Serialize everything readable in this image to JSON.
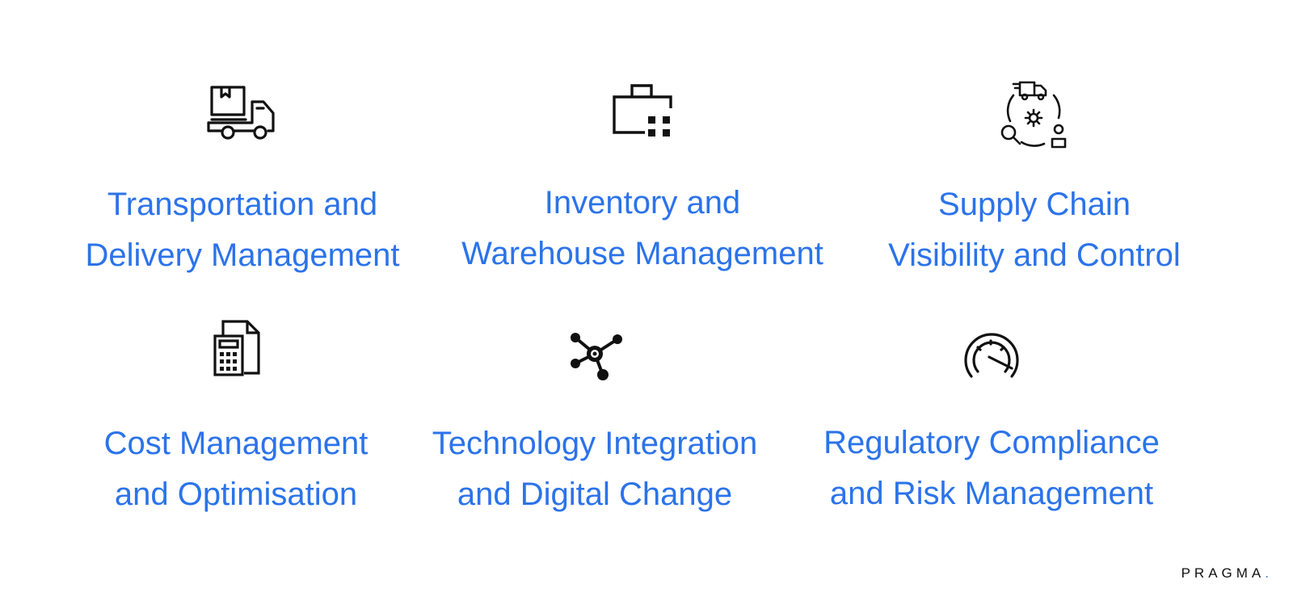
{
  "items": [
    {
      "line1": "Transportation and",
      "line2": "Delivery Management",
      "icon": "delivery-truck-icon"
    },
    {
      "line1": "Inventory and",
      "line2": "Warehouse Management",
      "icon": "warehouse-briefcase-icon"
    },
    {
      "line1": "Supply Chain",
      "line2": "Visibility and Control",
      "icon": "supply-chain-cycle-icon"
    },
    {
      "line1": "Cost Management",
      "line2": "and Optimisation",
      "icon": "calculator-document-icon"
    },
    {
      "line1": "Technology Integration",
      "line2": "and Digital Change",
      "icon": "network-nodes-icon"
    },
    {
      "line1": "Regulatory Compliance",
      "line2": "and Risk Management",
      "icon": "gauge-meter-icon"
    }
  ],
  "brand": {
    "name": "PRAGMA",
    "dot": "."
  },
  "colors": {
    "accent": "#2b73ea",
    "icon": "#111111",
    "background": "#ffffff"
  }
}
